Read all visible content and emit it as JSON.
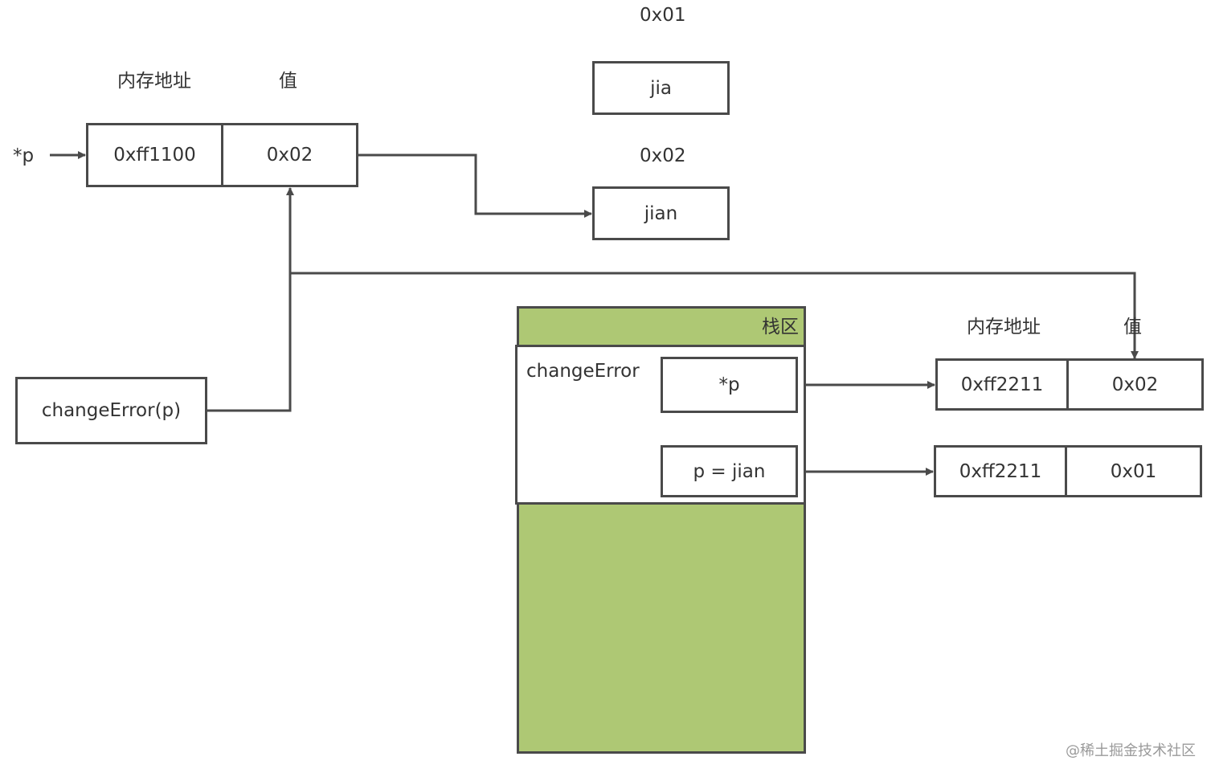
{
  "top_table": {
    "header_addr": "内存地址",
    "header_val": "值",
    "pointer_label": "*p",
    "addr": "0xff1100",
    "val": "0x02"
  },
  "memory": [
    {
      "address": "0x01",
      "value": "jia"
    },
    {
      "address": "0x02",
      "value": "jian"
    }
  ],
  "call": {
    "label": "changeError(p)"
  },
  "stack": {
    "title": "栈区",
    "frame_name": "changeError",
    "slot_pointer": "*p",
    "slot_assign": "p = jian",
    "fill_color": "#aec874"
  },
  "right_table": {
    "header_addr": "内存地址",
    "header_val": "值",
    "rows": [
      {
        "addr": "0xff2211",
        "val": "0x02"
      },
      {
        "addr": "0xff2211",
        "val": "0x01"
      }
    ]
  },
  "watermark": "@稀土掘金技术社区"
}
